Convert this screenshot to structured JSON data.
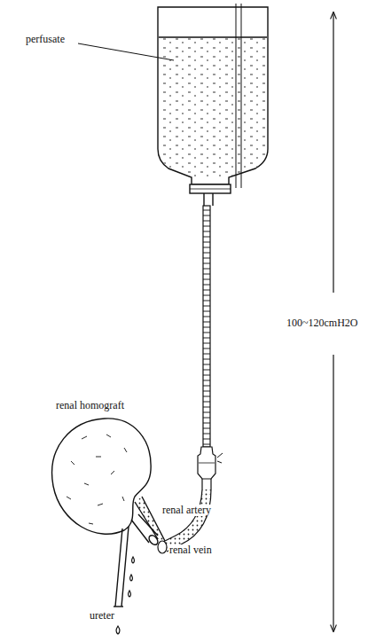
{
  "diagram": {
    "labels": [
      "perfusate",
      "100~120cmH2O",
      "renal homograft",
      "renal artery",
      "renal vein",
      "ureter"
    ]
  }
}
